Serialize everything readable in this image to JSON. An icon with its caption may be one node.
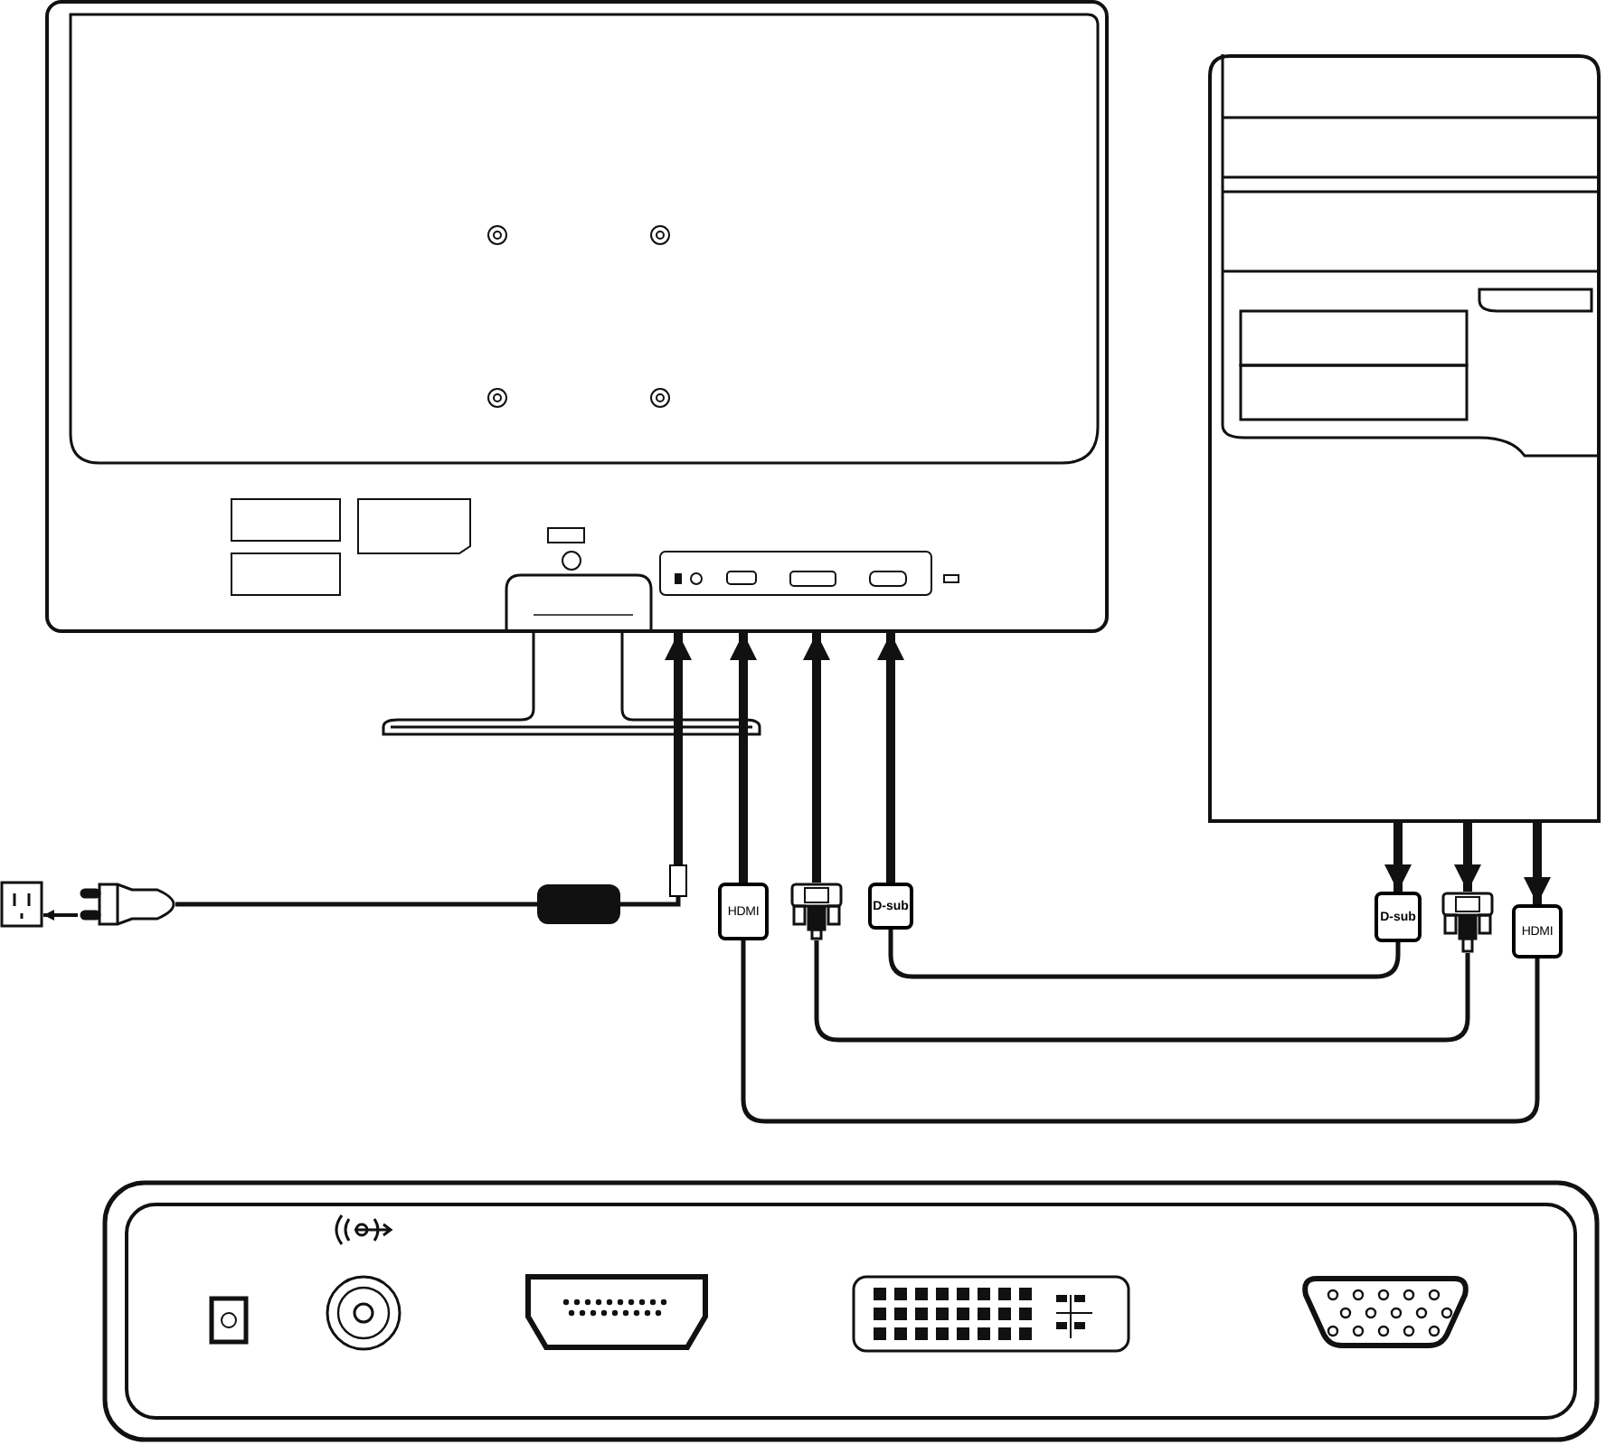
{
  "diagram": {
    "nodes": [
      {
        "text": [],
        "shape": "picture"
      },
      {
        "text": [],
        "shape": "picture"
      },
      {
        "text": [],
        "shape": "picture"
      },
      {
        "text": [],
        "shape": "picture"
      },
      {
        "text": [],
        "shape": "box"
      },
      {
        "text": [
          "HDMI"
        ]
      },
      {
        "text": [],
        "shape": "picture"
      },
      {
        "text": [
          "D-sub"
        ]
      },
      {
        "text": [
          "D-sub"
        ]
      },
      {
        "text": [],
        "shape": "picture"
      },
      {
        "text": [
          "HDMI"
        ]
      },
      {
        "text": [],
        "shape": "box"
      }
    ],
    "edges": [
      {
        "from": 4,
        "to": 0,
        "arrow": "to"
      },
      {
        "from": 5,
        "to": 0,
        "arrow": "to"
      },
      {
        "from": 6,
        "to": 0,
        "arrow": "to"
      },
      {
        "from": 7,
        "to": 0,
        "arrow": "to"
      },
      {
        "from": 1,
        "to": 8,
        "arrow": "to"
      },
      {
        "from": 1,
        "to": 9,
        "arrow": "to"
      },
      {
        "from": 1,
        "to": 10,
        "arrow": "to"
      },
      {
        "from": 3,
        "to": 2,
        "arrow": "to"
      },
      {
        "from": 3,
        "to": 11,
        "arrow": "none"
      },
      {
        "from": 11,
        "to": 4,
        "arrow": "none"
      },
      {
        "from": 7,
        "to": 8,
        "arrow": "none"
      },
      {
        "from": 6,
        "to": 9,
        "arrow": "none"
      },
      {
        "from": 5,
        "to": 10,
        "arrow": "none"
      }
    ]
  }
}
